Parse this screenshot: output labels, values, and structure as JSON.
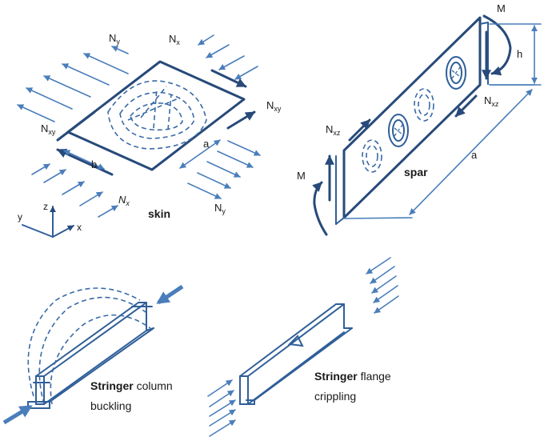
{
  "skin": {
    "title": "skin",
    "nx_top": "N",
    "nx_top_sub": "x",
    "ny_top": "N",
    "ny_top_sub": "y",
    "nxy_right": "N",
    "nxy_right_sub": "xy",
    "nxy_left": "N",
    "nxy_left_sub": "xy",
    "nx_bottom": "N",
    "nx_bottom_sub": "x",
    "ny_bottom": "N",
    "ny_bottom_sub": "y",
    "dim_a": "a",
    "dim_b": "b"
  },
  "axes": {
    "x": "x",
    "y": "y",
    "z": "z"
  },
  "spar": {
    "title": "spar",
    "m_top": "M",
    "m_bottom": "M",
    "dim_h": "h",
    "dim_a": "a",
    "nxz_left": "N",
    "nxz_left_sub": "xz",
    "nxz_right": "N",
    "nxz_right_sub": "xz"
  },
  "stringer_column": {
    "bold": "Stringer",
    "rest_line1": " column",
    "line2": "buckling"
  },
  "stringer_flange": {
    "bold": "Stringer",
    "rest_line1": " flange",
    "line2": "crippling"
  },
  "colors": {
    "arrow": "#4a7ebb",
    "structure": "#274a7a",
    "text": "#1a1a1a"
  }
}
